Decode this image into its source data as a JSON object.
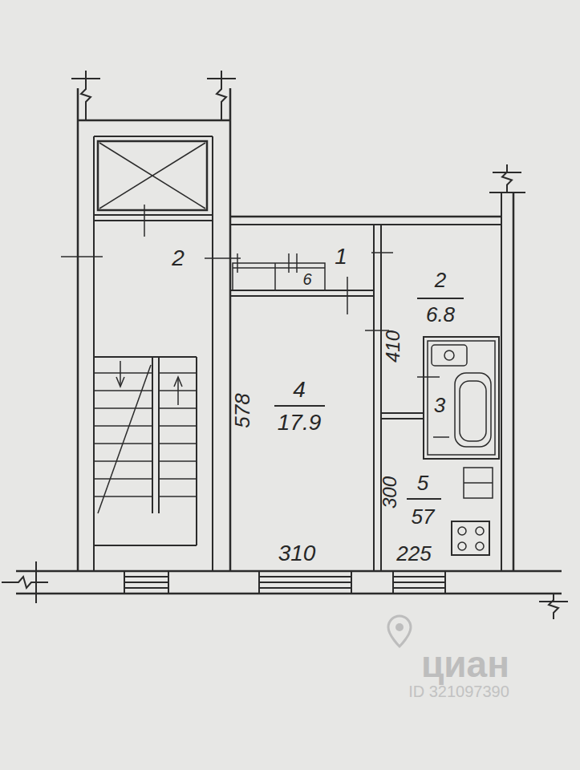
{
  "diagram": {
    "labels": [
      "2",
      "1",
      "6",
      "2",
      "6.8",
      "410",
      "3",
      "4",
      "17.9",
      "578",
      "300",
      "5",
      "57",
      "310",
      "225",
      "циан",
      "ID 321097390"
    ]
  }
}
